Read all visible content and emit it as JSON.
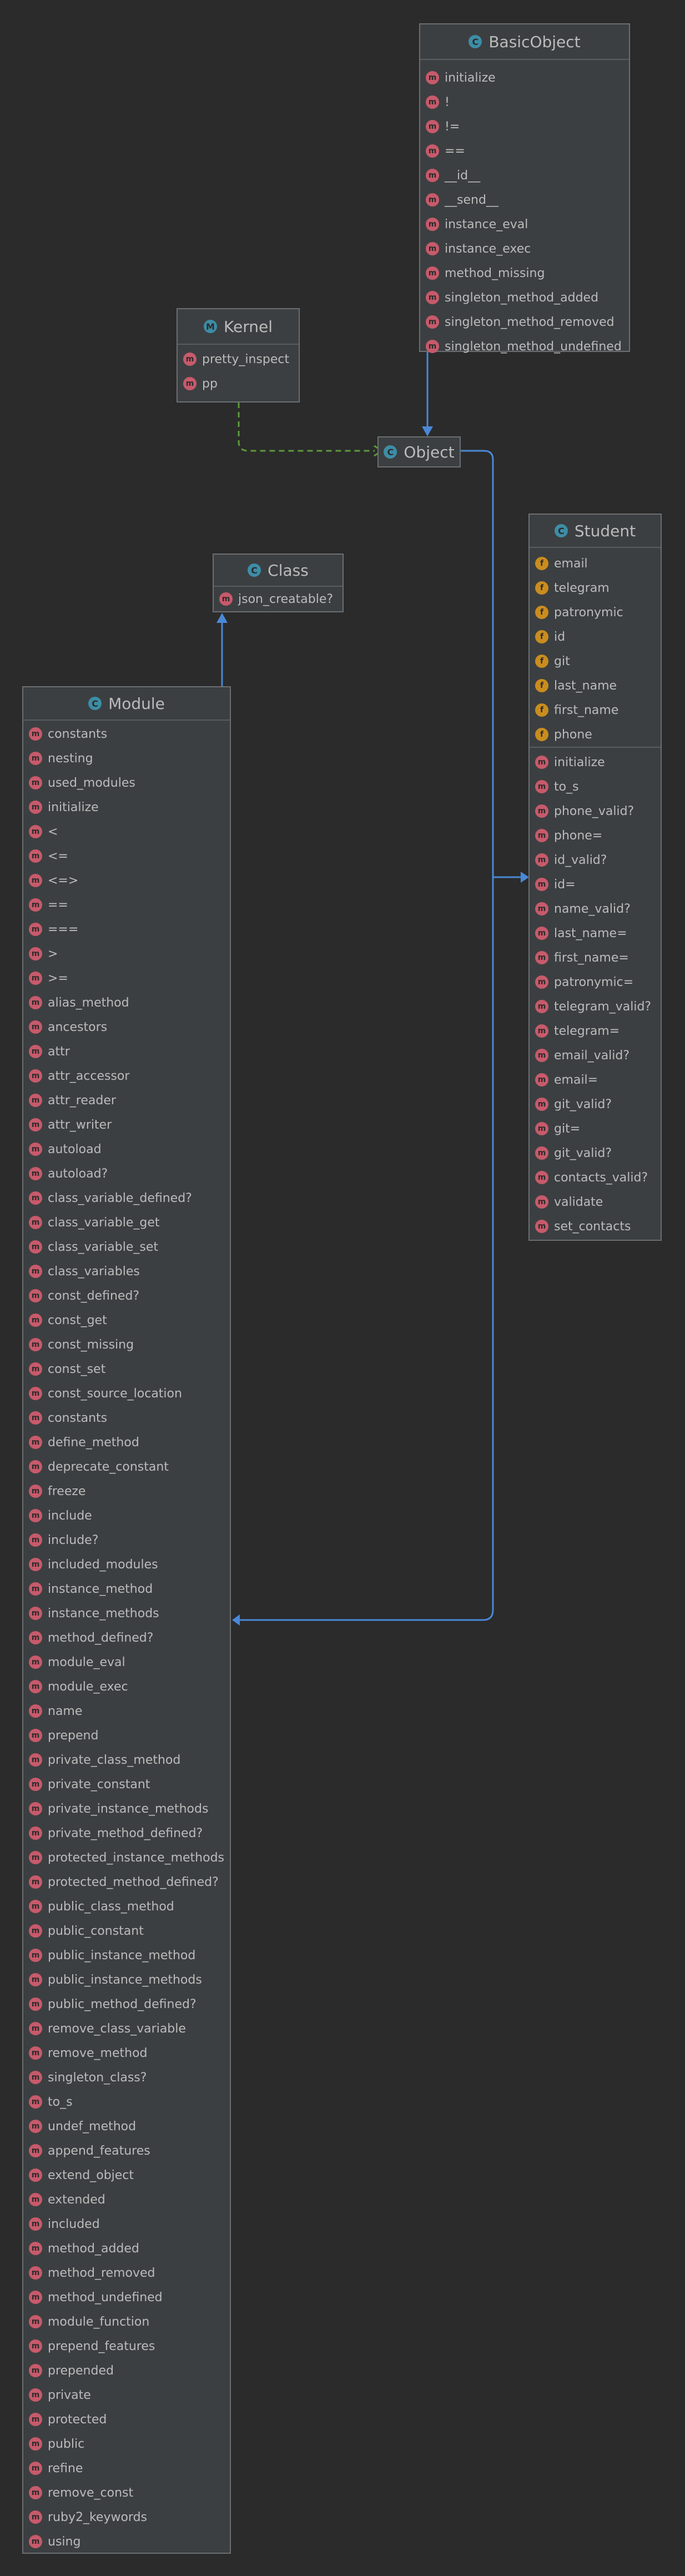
{
  "diagram": {
    "basic_object": {
      "kind_icon": "C",
      "title": "BasicObject",
      "methods": [
        "initialize",
        "!",
        "!=",
        "==",
        "__id__",
        "__send__",
        "instance_eval",
        "instance_exec",
        "method_missing",
        "singleton_method_added",
        "singleton_method_removed",
        "singleton_method_undefined"
      ]
    },
    "kernel": {
      "kind_icon": "M",
      "title": "Kernel",
      "methods": [
        "pretty_inspect",
        "pp"
      ]
    },
    "object": {
      "kind_icon": "C",
      "title": "Object"
    },
    "class": {
      "kind_icon": "C",
      "title": "Class",
      "methods": [
        "json_creatable?"
      ]
    },
    "student": {
      "kind_icon": "C",
      "title": "Student",
      "fields": [
        "email",
        "telegram",
        "patronymic",
        "id",
        "git",
        "last_name",
        "first_name",
        "phone"
      ],
      "methods": [
        "initialize",
        "to_s",
        "phone_valid?",
        "phone=",
        "id_valid?",
        "id=",
        "name_valid?",
        "last_name=",
        "first_name=",
        "patronymic=",
        "telegram_valid?",
        "telegram=",
        "email_valid?",
        "email=",
        "git_valid?",
        "git=",
        "git_valid?",
        "contacts_valid?",
        "validate",
        "set_contacts"
      ]
    },
    "module": {
      "kind_icon": "C",
      "title": "Module",
      "methods": [
        "constants",
        "nesting",
        "used_modules",
        "initialize",
        "<",
        "<=",
        "<=>",
        "==",
        "===",
        ">",
        ">=",
        "alias_method",
        "ancestors",
        "attr",
        "attr_accessor",
        "attr_reader",
        "attr_writer",
        "autoload",
        "autoload?",
        "class_variable_defined?",
        "class_variable_get",
        "class_variable_set",
        "class_variables",
        "const_defined?",
        "const_get",
        "const_missing",
        "const_set",
        "const_source_location",
        "constants",
        "define_method",
        "deprecate_constant",
        "freeze",
        "include",
        "include?",
        "included_modules",
        "instance_method",
        "instance_methods",
        "method_defined?",
        "module_eval",
        "module_exec",
        "name",
        "prepend",
        "private_class_method",
        "private_constant",
        "private_instance_methods",
        "private_method_defined?",
        "protected_instance_methods",
        "protected_method_defined?",
        "public_class_method",
        "public_constant",
        "public_instance_method",
        "public_instance_methods",
        "public_method_defined?",
        "remove_class_variable",
        "remove_method",
        "singleton_class?",
        "to_s",
        "undef_method",
        "append_features",
        "extend_object",
        "extended",
        "included",
        "method_added",
        "method_removed",
        "method_undefined",
        "module_function",
        "prepend_features",
        "prepended",
        "private",
        "protected",
        "public",
        "refine",
        "remove_const",
        "ruby2_keywords",
        "using"
      ]
    },
    "member_icons": {
      "method": "m",
      "field": "f"
    },
    "colors": {
      "background": "#2b2b2b",
      "box": "#3c3f41",
      "border": "#6b6f71",
      "edge_blue": "#4a88d6",
      "edge_green": "#5b9a3c",
      "method_icon": "#c75a6b",
      "field_icon": "#c98d1e",
      "class_icon": "#3d8da6"
    }
  }
}
